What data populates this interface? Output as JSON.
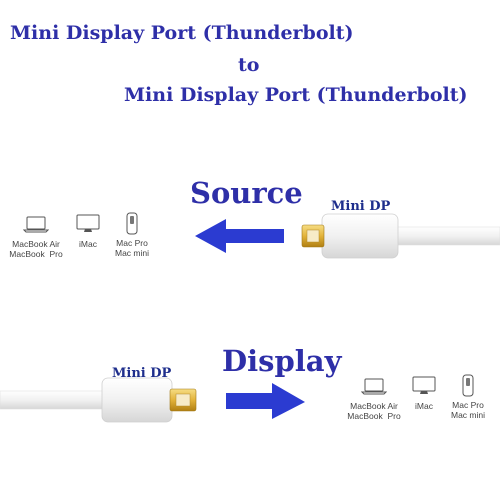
{
  "header": {
    "line1": "Mini Display Port (Thunderbolt)",
    "line2": "to",
    "line3": "Mini Display Port (Thunderbolt)"
  },
  "source_section": {
    "label": "Source",
    "connector_label": "Mini DP",
    "arrow_direction": "left",
    "devices": [
      {
        "name": "MacBook Air\nMacBook  Pro",
        "icon": "laptop-icon"
      },
      {
        "name": "iMac",
        "icon": "monitor-icon"
      },
      {
        "name": "Mac Pro\nMac mini",
        "icon": "tower-icon"
      }
    ]
  },
  "display_section": {
    "label": "Display",
    "connector_label": "Mini DP",
    "arrow_direction": "right",
    "devices": [
      {
        "name": "MacBook Air\nMacBook  Pro",
        "icon": "laptop-icon"
      },
      {
        "name": "iMac",
        "icon": "monitor-icon"
      },
      {
        "name": "Mac Pro\nMac mini",
        "icon": "tower-icon"
      }
    ]
  },
  "colors": {
    "title_text": "#2e2fa8",
    "arrow": "#2b3bd1",
    "cable": "#e9e9e9",
    "connector_gold": "#e3b33a"
  }
}
